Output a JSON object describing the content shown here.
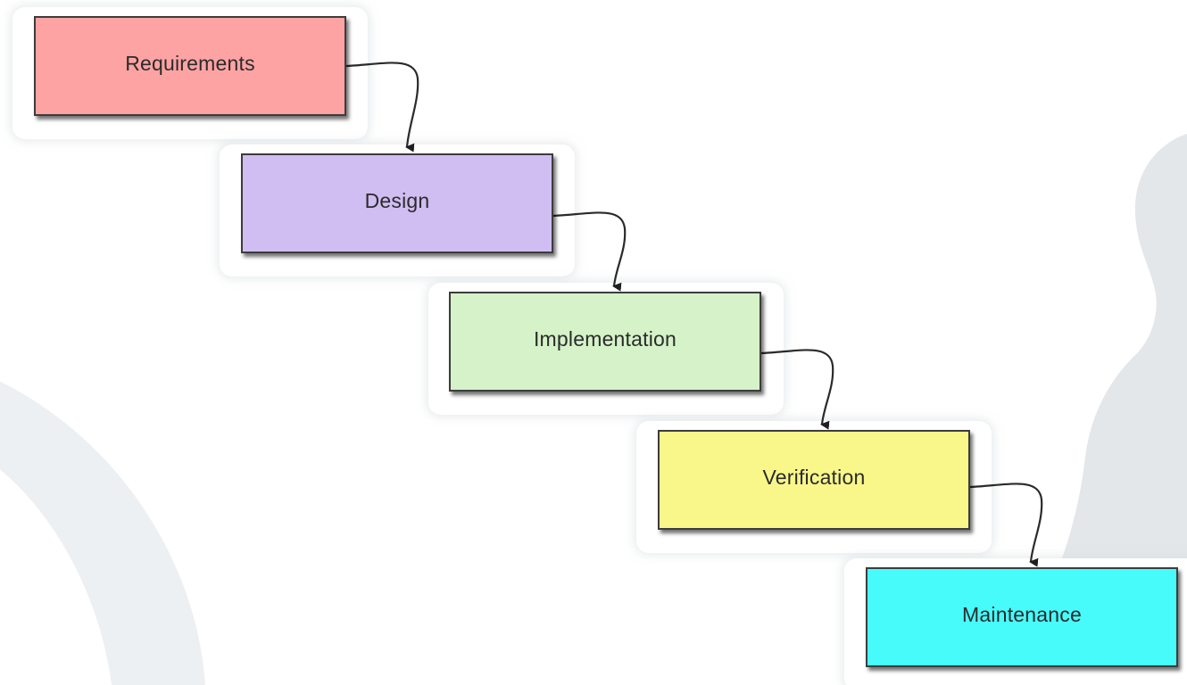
{
  "stages": [
    {
      "label": "Requirements",
      "color": "#fea3a3"
    },
    {
      "label": "Design",
      "color": "#d0bdf2"
    },
    {
      "label": "Implementation",
      "color": "#d5f2c8"
    },
    {
      "label": "Verification",
      "color": "#f9f78a"
    },
    {
      "label": "Maintenance",
      "color": "#47fbfb"
    }
  ],
  "colors": {
    "background_art": "#e3e7ea",
    "connector": "#2a2a2a",
    "box_border": "#3c3c3c"
  }
}
